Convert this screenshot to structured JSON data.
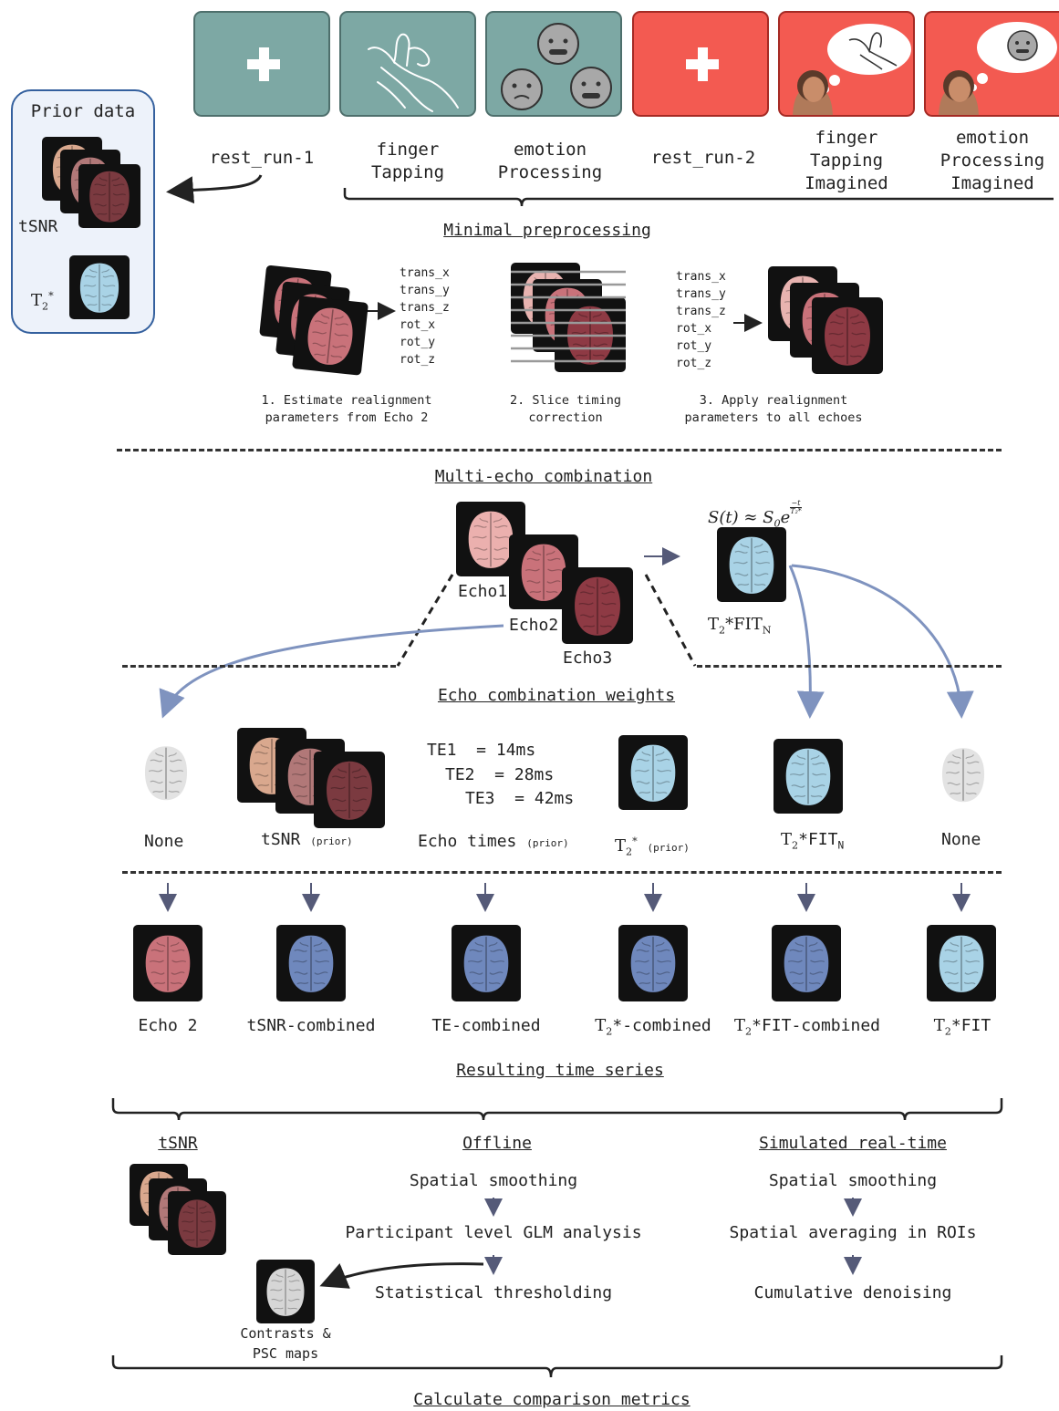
{
  "tasks": [
    {
      "id": "rest_run_1",
      "label": "rest_run-1",
      "lines": [
        "rest_run-1"
      ],
      "color": "teal",
      "icon": "plus-icon"
    },
    {
      "id": "finger_tapping",
      "lines": [
        "finger",
        "Tapping"
      ],
      "color": "teal",
      "icon": "hand-icon"
    },
    {
      "id": "emotion_processing",
      "lines": [
        "emotion",
        "Processing"
      ],
      "color": "teal",
      "icon": "faces-icon"
    },
    {
      "id": "rest_run_2",
      "lines": [
        "rest_run-2"
      ],
      "color": "red",
      "icon": "plus-icon"
    },
    {
      "id": "finger_tapping_imagined",
      "lines": [
        "finger",
        "Tapping",
        "Imagined"
      ],
      "color": "red",
      "icon": "person-thought-hand-icon"
    },
    {
      "id": "emotion_processing_imagined",
      "lines": [
        "emotion",
        "Processing",
        "Imagined"
      ],
      "color": "red",
      "icon": "person-thought-face-icon"
    }
  ],
  "prior": {
    "title": "Prior data",
    "tsnr": "tSNR",
    "t2_base": "T",
    "t2_sub": "2",
    "t2_sup": "*"
  },
  "preprocessing": {
    "title": "Minimal preprocessing",
    "params_a": [
      "trans_x",
      "trans_y",
      "trans_z",
      "rot_x",
      "rot_y",
      "rot_z"
    ],
    "params_b": [
      "trans_x",
      "trans_y",
      "trans_z",
      "rot_x",
      "rot_y",
      "rot_z"
    ],
    "step1": [
      "1. Estimate realignment",
      "parameters from Echo 2"
    ],
    "step2": [
      "2. Slice timing",
      "correction"
    ],
    "step3": [
      "3. Apply realignment",
      "parameters to all echoes"
    ]
  },
  "combination": {
    "title": "Multi-echo combination",
    "formula_lhs": "S(t) ≈ S",
    "formula_sub": "0",
    "formula_e": "e",
    "formula_exp_num": "−t",
    "formula_exp_den": "T₂*",
    "echo1": "Echo1",
    "echo2": "Echo2",
    "echo3": "Echo3",
    "fitn_base": "T",
    "fitn_sub": "2",
    "fitn_rest": "*FIT",
    "fitn_n": "N"
  },
  "weights": {
    "title": "Echo combination weights",
    "none_left": "None",
    "tsnr": "tSNR",
    "prior": "(prior)",
    "te_lines": [
      "TE1  = 14ms",
      "TE2  = 28ms",
      "TE3  = 42ms"
    ],
    "echo_times": "Echo times",
    "t2_base": "T",
    "t2_sub": "2",
    "t2_sup": "*",
    "fitn_rest": "*FIT",
    "fitn_n": "N",
    "none_right": "None"
  },
  "results": {
    "labels": [
      {
        "pre": "Echo 2",
        "sub": "",
        "post": ""
      },
      {
        "pre": "tSNR-combined",
        "sub": "",
        "post": ""
      },
      {
        "pre": "TE-combined",
        "sub": "",
        "post": ""
      },
      {
        "pre": "T",
        "sub": "2",
        "post": "*-combined"
      },
      {
        "pre": "T",
        "sub": "2",
        "post": "*FIT-combined"
      },
      {
        "pre": "T",
        "sub": "2",
        "post": "*FIT"
      }
    ],
    "title": "Resulting time series"
  },
  "analysis": {
    "tsnr_title": "tSNR",
    "offline_title": "Offline",
    "offline_steps": [
      "Spatial smoothing",
      "Participant level GLM analysis",
      "Statistical thresholding"
    ],
    "realtime_title": "Simulated real-time",
    "realtime_steps": [
      "Spatial smoothing",
      "Spatial averaging in ROIs",
      "Cumulative denoising"
    ],
    "contrasts": [
      "Contrasts &",
      "PSC maps"
    ],
    "final": "Calculate comparison metrics"
  },
  "colors": {
    "teal": "#7da8a4",
    "red": "#f35a51",
    "arrow_blue": "#7f93bf",
    "brain_red": "#c95a60",
    "brain_blue": "#6f88bd",
    "brain_lightblue": "#a9d3e6"
  }
}
